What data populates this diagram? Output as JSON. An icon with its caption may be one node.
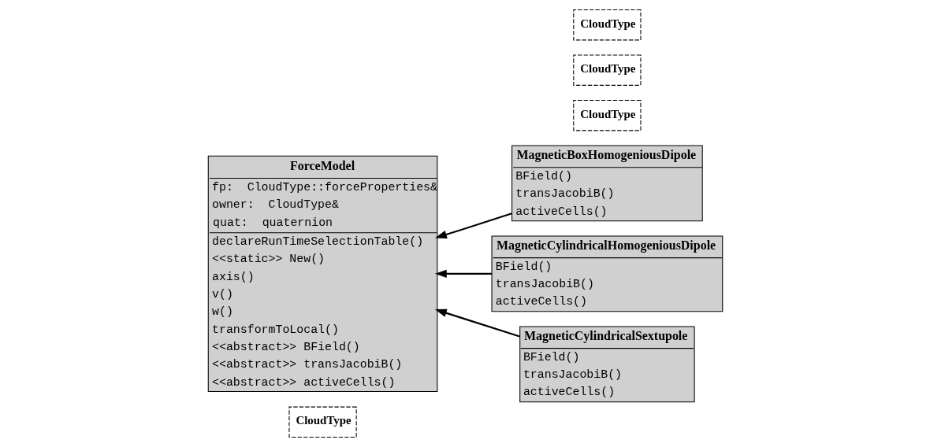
{
  "diagram": {
    "nodes": [
      {
        "text": [
          "CloudType"
        ]
      },
      {
        "text": [
          "ForceModel",
          "fp:  CloudType::forceProperties&",
          "owner:  CloudType&",
          "quat:  quaternion",
          "declareRunTimeSelectionTable()",
          "<<static>> New()",
          "axis()",
          "v()",
          "w()",
          "transformToLocal()",
          "<<abstract>> BField()",
          "<<abstract>> transJacobiB()",
          "<<abstract>> activeCells()"
        ]
      },
      {
        "text": [
          "CloudType"
        ]
      },
      {
        "text": [
          "MagneticBoxHomogeniousDipole",
          "BField()",
          "transJacobiB()",
          "activeCells()"
        ]
      },
      {
        "text": [
          "CloudType"
        ]
      },
      {
        "text": [
          "MagneticCylindricalHomogeniousDipole",
          "BField()",
          "transJacobiB()",
          "activeCells()"
        ]
      },
      {
        "text": [
          "CloudType"
        ]
      },
      {
        "text": [
          "MagneticCylindricalSextupole",
          "BField()",
          "transJacobiB()",
          "activeCells()"
        ]
      }
    ],
    "edges": [
      {
        "from": 3,
        "to": 1,
        "arrow": "to"
      },
      {
        "from": 5,
        "to": 1,
        "arrow": "to"
      },
      {
        "from": 7,
        "to": 1,
        "arrow": "to"
      }
    ]
  }
}
